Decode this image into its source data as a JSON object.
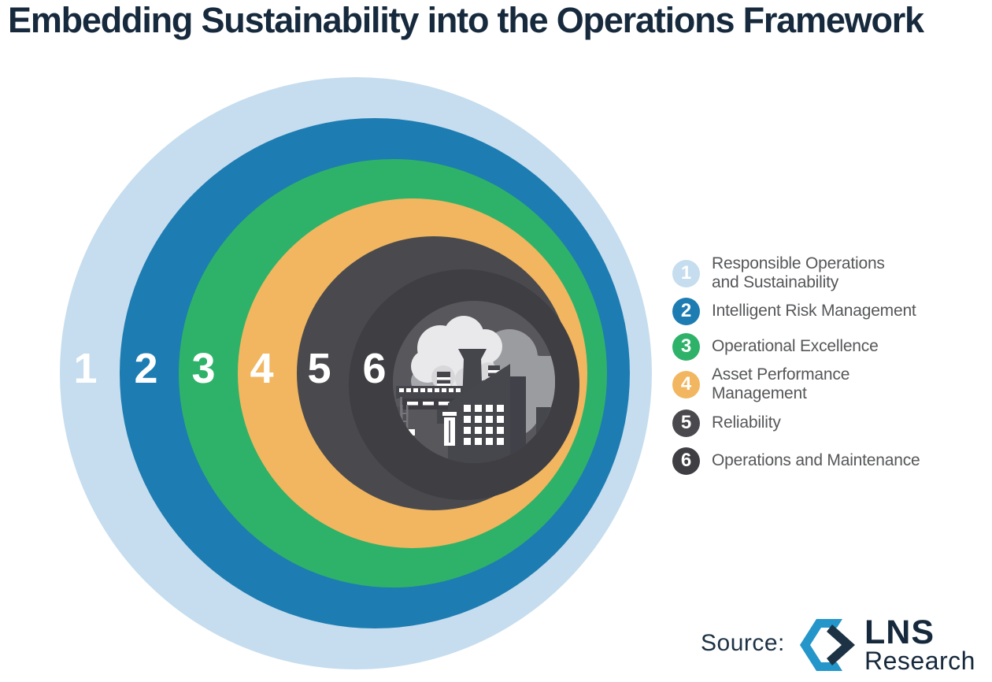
{
  "title": "Embedding Sustainability into the Operations Framework",
  "diagram": {
    "description": "Six nested circles numbered 1 to 6 converging on a factory illustration",
    "center_icon": "factory-smokestacks-illustration",
    "items": [
      {
        "number": "1",
        "label": "Responsible Operations and Sustainability",
        "color": "#c5ddee"
      },
      {
        "number": "2",
        "label": "Intelligent Risk Management",
        "color": "#1d7cb2"
      },
      {
        "number": "3",
        "label": "Operational Excellence",
        "color": "#2eb269"
      },
      {
        "number": "4",
        "label": "Asset Performance Management",
        "color": "#f1b65f"
      },
      {
        "number": "5",
        "label": "Reliability",
        "color": "#4a4a4e"
      },
      {
        "number": "6",
        "label": "Operations and Maintenance",
        "color": "#3f3f43"
      }
    ]
  },
  "source": {
    "prefix": "Source:",
    "brand": "LNS",
    "brand_sub": "Research",
    "logo_blue": "#2596c9",
    "logo_navy": "#1d3245"
  }
}
